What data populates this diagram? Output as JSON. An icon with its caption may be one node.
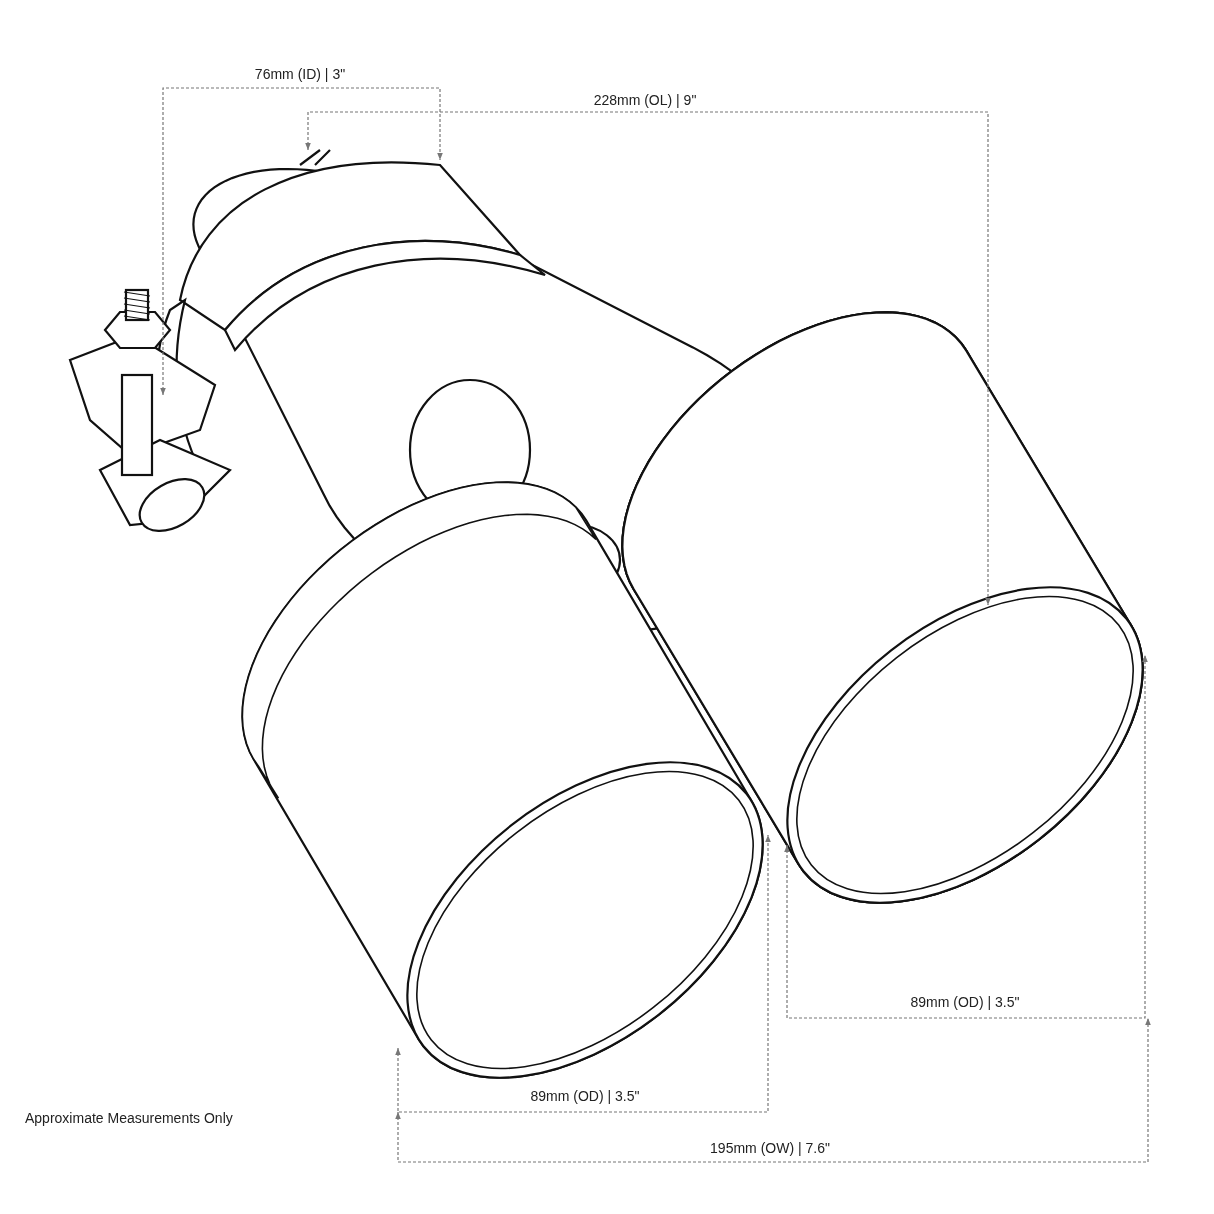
{
  "diagram": {
    "labels": [
      "76mm (ID) | 3\"",
      "228mm (OL) | 9\"",
      "89mm (OD) | 3.5\"",
      "89mm (OD) | 3.5\"",
      "195mm (OW) | 7.6\"",
      "Approximate Measurements Only"
    ]
  }
}
